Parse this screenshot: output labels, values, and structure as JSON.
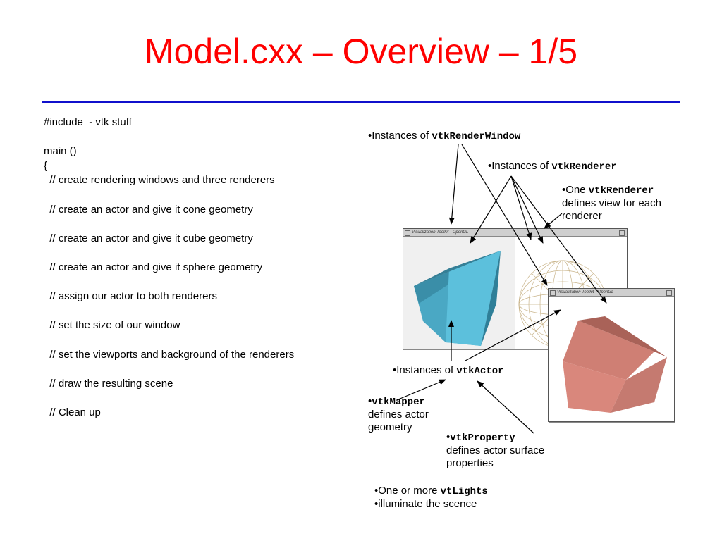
{
  "title": "Model.cxx – Overview – 1/5",
  "code_lines": [
    "#include  - vtk stuff",
    "",
    "main ()",
    "{",
    "  // create rendering windows and three renderers",
    "",
    "  // create an actor and give it cone geometry",
    "",
    "  // create an actor and give it cube geometry",
    "",
    "  // create an actor and give it sphere geometry",
    "",
    "  // assign our actor to both renderers",
    "",
    "  // set the size of our window",
    "",
    "  // set the viewports and background of the renderers",
    "",
    "  // draw the resulting scene",
    "",
    "  // Clean up"
  ],
  "labels": {
    "render_window": {
      "prefix": "•Instances of ",
      "code": "vtkRenderWindow"
    },
    "renderer": {
      "prefix": "•Instances of ",
      "code": "vtkRenderer"
    },
    "one_renderer": {
      "prefix": "•One ",
      "code": "vtkRenderer",
      "line2": "defines view for each",
      "line3": "renderer"
    },
    "actor": {
      "prefix": "•Instances of ",
      "code": "vtkActor"
    },
    "mapper": {
      "bullet": "•",
      "code": "vtkMapper",
      "line2": "defines actor",
      "line3": "geometry"
    },
    "property": {
      "bullet": "•",
      "code": "vtkProperty",
      "line2": "defines actor surface",
      "line3": "properties"
    },
    "lights": {
      "prefix": "•One or more ",
      "code": "vtLights",
      "line2": "•illuminate the scence"
    }
  },
  "windows": {
    "left_title": "Visualization Toolkit - OpenGL",
    "right_title": "Visualization Toolkit - OpenGL"
  },
  "colors": {
    "title": "#ff0000",
    "rule": "#1010cc",
    "cone": "#5ab8d4",
    "cube": "#d9877c",
    "sphere_wire": "#c9b48a"
  }
}
